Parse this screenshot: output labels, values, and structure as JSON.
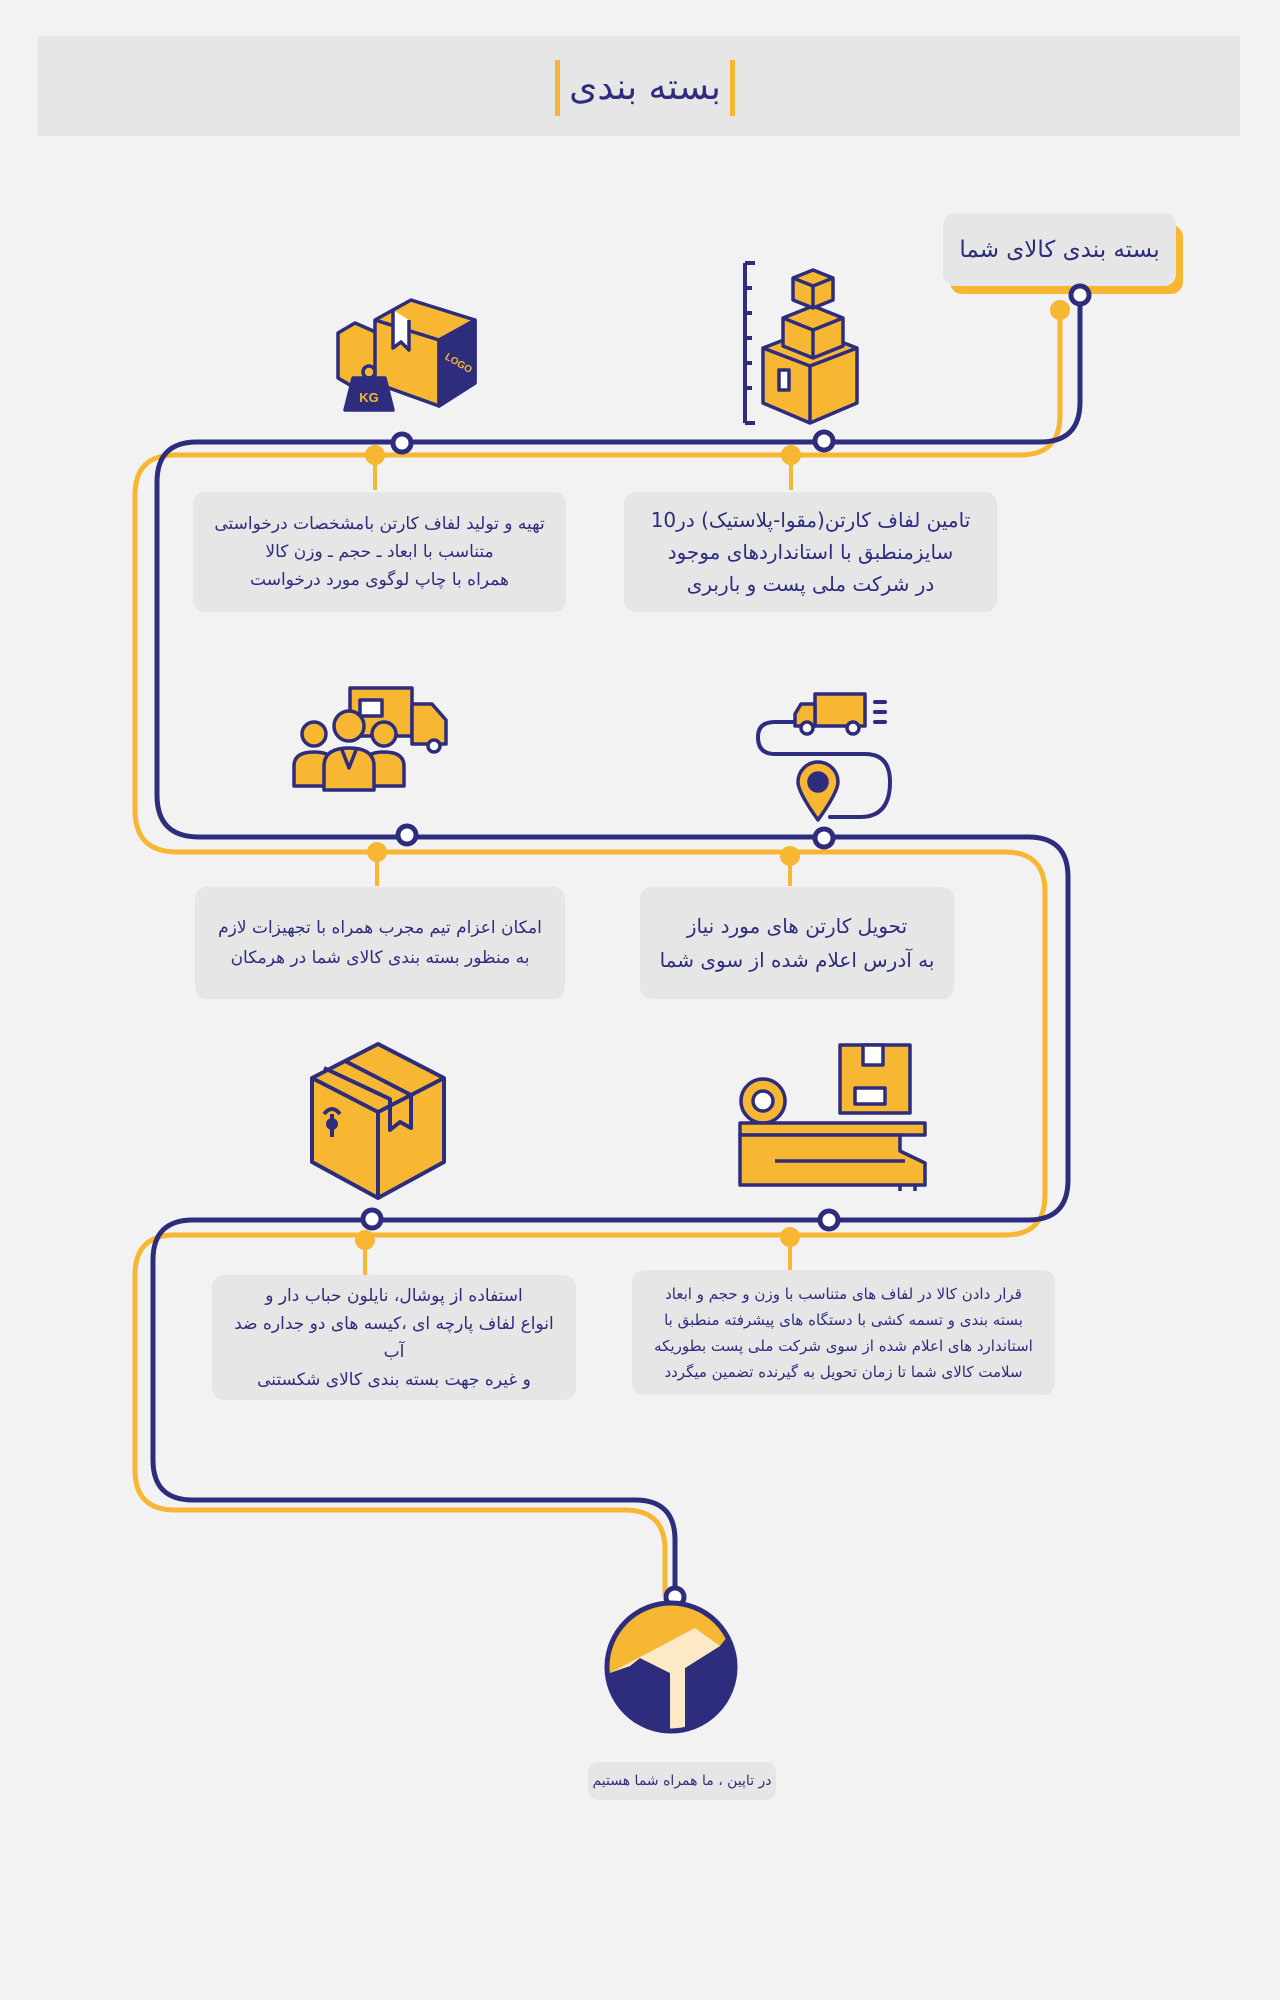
{
  "title": "بسته بندی",
  "start_label": "بسته بندی کالای شما",
  "steps": [
    {
      "text": "تامین لفاف کارتن(مقوا-پلاستیک) در10\nسایزمنطبق با استانداردهای موجود\nدر شرکت ملی پست و باربری",
      "icon": "stacked-boxes-ruler-icon"
    },
    {
      "text": "تهیه و تولید لفاف کارتن بامشخصات درخواستی\nمتناسب با ابعاد ـ حجم ـ وزن کالا\nهمراه با چاپ لوگوی مورد درخواست",
      "icon": "logo-box-weight-icon",
      "icon_labels": [
        "KG",
        "LOGO"
      ]
    },
    {
      "text": "تحویل کارتن های مورد نیاز\nبه آدرس اعلام شده از سوی شما",
      "icon": "delivery-truck-route-icon"
    },
    {
      "text": "امکان اعزام تیم مجرب همراه با تجهیزات لازم\nبه منظور بسته بندی کالای شما در هرمکان",
      "icon": "team-truck-icon"
    },
    {
      "text": "قرار دادن کالا در لفاف های متناسب با وزن و حجم و ابعاد\nبسته بندی و تسمه کشی با دستگاه های پیشرفته منطبق با\nاستاندارد های اعلام شده از سوی شرکت ملی پست بطوریکه\nسلامت کالای شما تا زمان تحویل به گیرنده تضمین میگردد",
      "icon": "strapping-machine-icon"
    },
    {
      "text": "استفاده از پوشال، نایلون حباب دار و\nانواع لفاف پارچه ای ،کیسه های دو جداره ضد آب\nو غیره جهت بسته بندی کالای شکستنی",
      "icon": "fragile-box-icon"
    }
  ],
  "footer": "در تاپین ، ما همراه شما هستیم",
  "logo_icon": "tapin-logo-icon",
  "colors": {
    "navy": "#2e2d7d",
    "yellow": "#f7b733",
    "box": "#e6e6e6",
    "background": "#f2f2f2",
    "logo_cream": "#fde9c6"
  }
}
